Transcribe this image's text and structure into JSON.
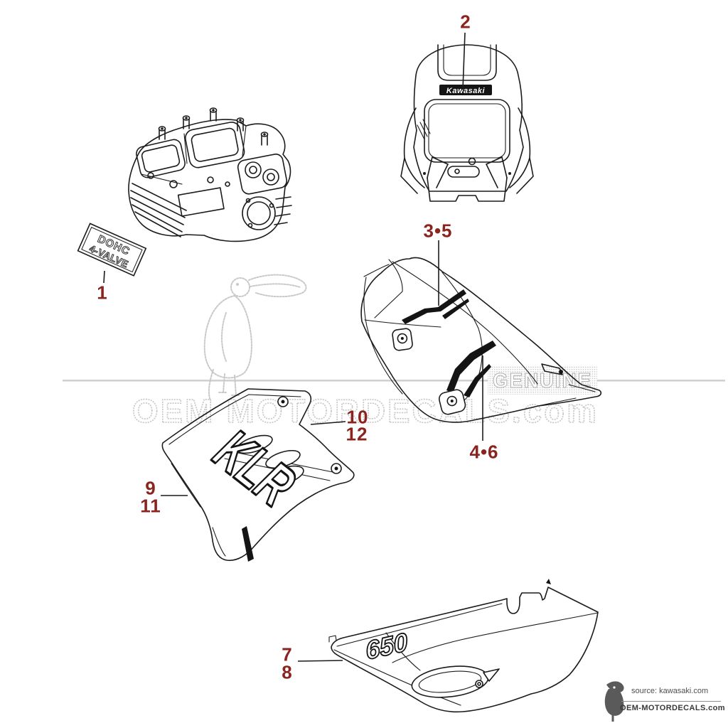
{
  "colors": {
    "callout_red": "#8b241e",
    "line_art": "#1b1b1b",
    "watermark_gray": "#c8c8c8"
  },
  "callouts": {
    "n1": "1",
    "n2": "2",
    "n3_5": "3•5",
    "n4_6": "4•6",
    "n7": "7",
    "n8": "8",
    "n9": "9",
    "n10": "10",
    "n11": "11",
    "n12": "12"
  },
  "parts": {
    "head_decal": {
      "line1": "DOHC",
      "line2": "4-VALVE"
    },
    "cowl_badge": "Kawasaki",
    "shroud_graphic": "KLR",
    "side_panel_graphic": "650"
  },
  "watermark": {
    "brand": "OEM MOTORDECALS.com",
    "genuine": "GENUINE"
  },
  "footer": {
    "source": "source: kawasaki.com",
    "site": "OEM-MOTORDECALS.com"
  }
}
